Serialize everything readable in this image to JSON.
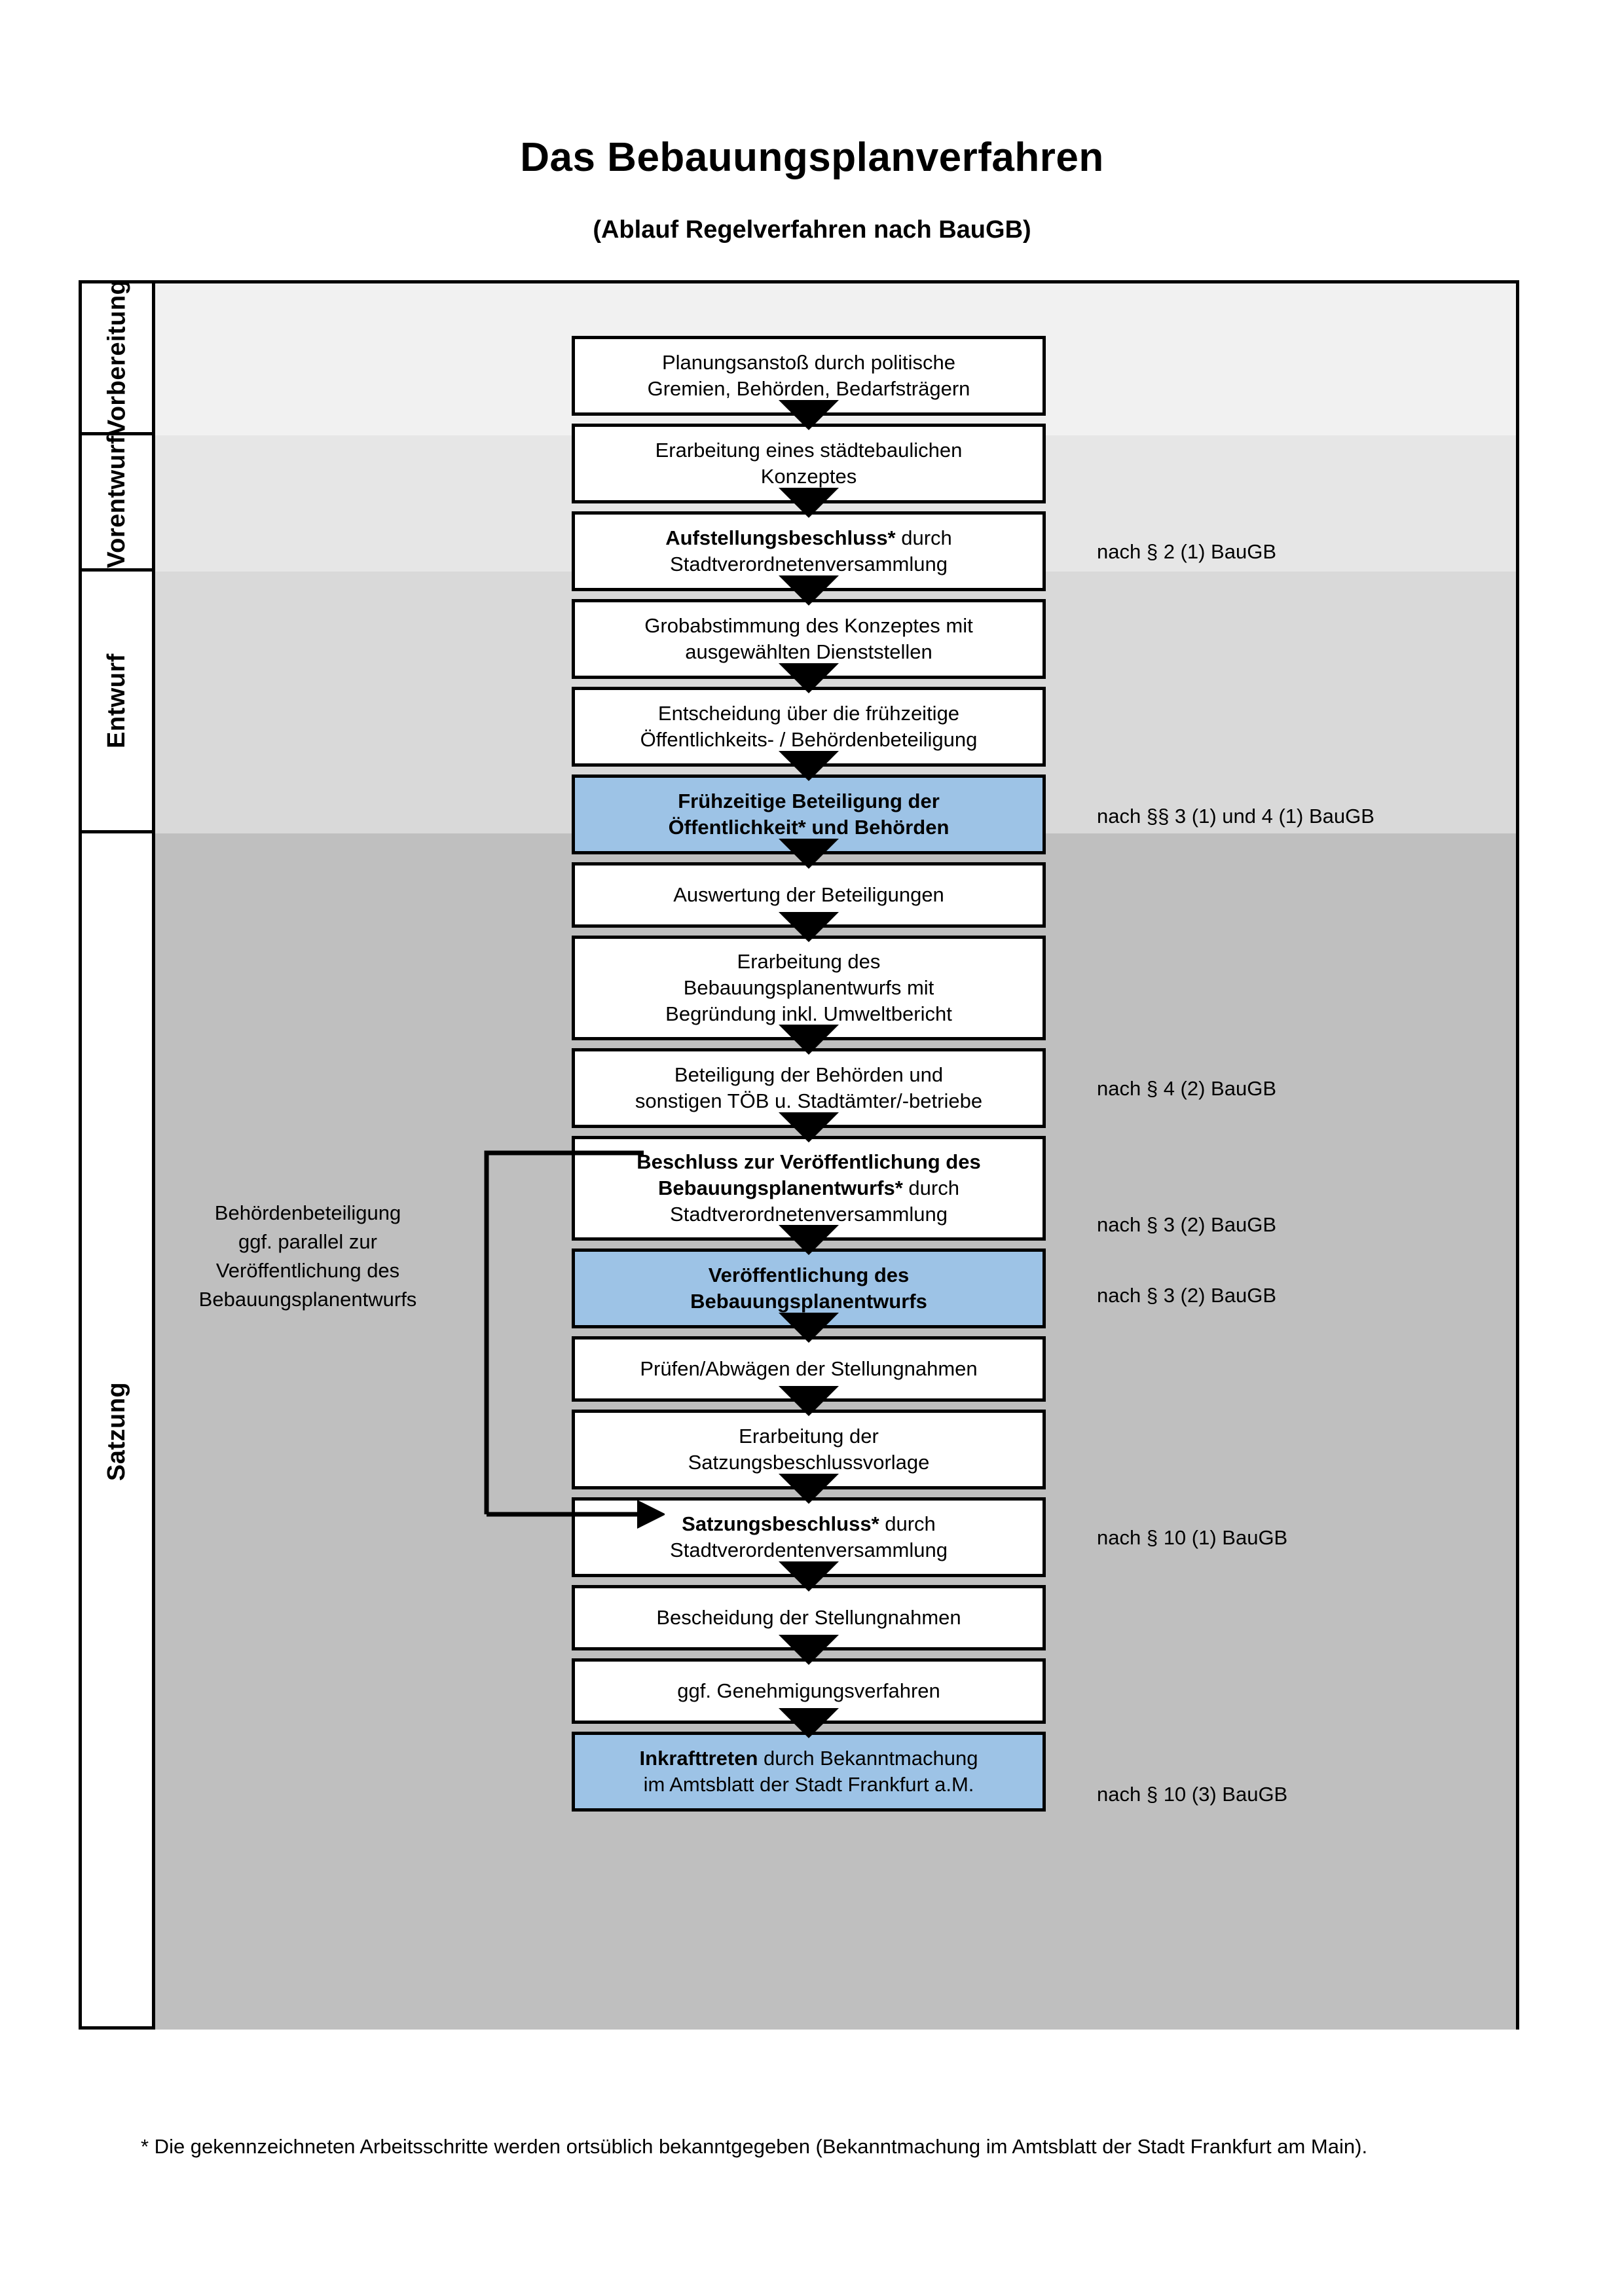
{
  "title": "Das Bebauungsplanverfahren",
  "subtitle": "(Ablauf Regelverfahren nach BauGB)",
  "colors": {
    "highlight_blue": "#9DC3E6",
    "band_1": "#F1F1F1",
    "band_2": "#E6E6E6",
    "band_3": "#D9D9D9",
    "band_4": "#BFBFBF",
    "line": "#000000"
  },
  "phases": [
    {
      "label": "Vorbereitung"
    },
    {
      "label": "Vorentwurf"
    },
    {
      "label": "Entwurf"
    },
    {
      "label": "Satzung"
    }
  ],
  "steps": [
    {
      "line1": "Planungsanstoß durch politische",
      "line2": "Gremien, Behörden, Bedarfsträgern",
      "bold": "none",
      "blue": false
    },
    {
      "line1": "Erarbeitung eines städtebaulichen",
      "line2": "Konzeptes",
      "bold": "none",
      "blue": false
    },
    {
      "line1_bold": "Aufstellungsbeschluss*",
      "line1_rest": " durch",
      "line2": "Stadtverordnetenversammlung",
      "bold": "partial",
      "blue": false
    },
    {
      "line1": "Grobabstimmung des Konzeptes mit",
      "line2": "ausgewählten Dienststellen",
      "bold": "none",
      "blue": false
    },
    {
      "line1": "Entscheidung über die frühzeitige",
      "line2": "Öffentlichkeits- / Behördenbeteiligung",
      "bold": "none",
      "blue": false
    },
    {
      "line1": "Frühzeitige Beteiligung der",
      "line2": "Öffentlichkeit* und Behörden",
      "bold": "all",
      "blue": true
    },
    {
      "line1": "Auswertung der Beteiligungen",
      "line2": "",
      "bold": "none",
      "blue": false
    },
    {
      "line1": "Erarbeitung des",
      "line2": "Bebauungsplanentwurfs mit",
      "line3": "Begründung inkl. Umweltbericht",
      "bold": "none",
      "blue": false
    },
    {
      "line1": "Beteiligung der Behörden und",
      "line2": "sonstigen TÖB u. Stadtämter/-betriebe",
      "bold": "none",
      "blue": false
    },
    {
      "line1_bold": "Beschluss zur Veröffentlichung des",
      "line2_bold": "Bebauungsplanentwurfs*",
      "line2_rest": " durch",
      "line3": "Stadtverordnetenversammlung",
      "bold": "partial2",
      "blue": false
    },
    {
      "line1": "Veröffentlichung des",
      "line2": "Bebauungsplanentwurfs",
      "bold": "all",
      "blue": true
    },
    {
      "line1": "Prüfen/Abwägen der Stellungnahmen",
      "line2": "",
      "bold": "none",
      "blue": false
    },
    {
      "line1": "Erarbeitung der",
      "line2": "Satzungsbeschlussvorlage",
      "bold": "none",
      "blue": false
    },
    {
      "line1_bold": "Satzungsbeschluss*",
      "line1_rest": " durch",
      "line2": "Stadtverordentenversammlung",
      "bold": "partial",
      "blue": false
    },
    {
      "line1": "Bescheidung der Stellungnahmen",
      "line2": "",
      "bold": "none",
      "blue": false
    },
    {
      "line1": "ggf. Genehmigungsverfahren",
      "line2": "",
      "bold": "none",
      "blue": false
    },
    {
      "line1_bold": "Inkrafttreten",
      "line1_rest": " durch Bekanntmachung",
      "line2": "im Amtsblatt der Stadt Frankfurt a.M.",
      "bold": "partial",
      "blue": true
    }
  ],
  "legal_refs": [
    {
      "text": "nach § 2 (1) BauGB"
    },
    {
      "text": "nach §§ 3 (1) und 4 (1) BauGB"
    },
    {
      "text": "nach § 4 (2) BauGB"
    },
    {
      "text": "nach § 3 (2) BauGB"
    },
    {
      "text": "nach § 3 (2) BauGB"
    },
    {
      "text": "nach § 10 (1) BauGB"
    },
    {
      "text": "nach § 10 (3) BauGB"
    }
  ],
  "side_note": {
    "line1": "Behördenbeteiligung",
    "line2": "ggf. parallel zur",
    "line3": "Veröffentlichung des",
    "line4": "Bebauungsplanentwurfs"
  },
  "footnote": "* Die gekennzeichneten Arbeitsschritte werden ortsüblich bekanntgegeben (Bekanntmachung im Amtsblatt  der Stadt Frankfurt am Main)."
}
